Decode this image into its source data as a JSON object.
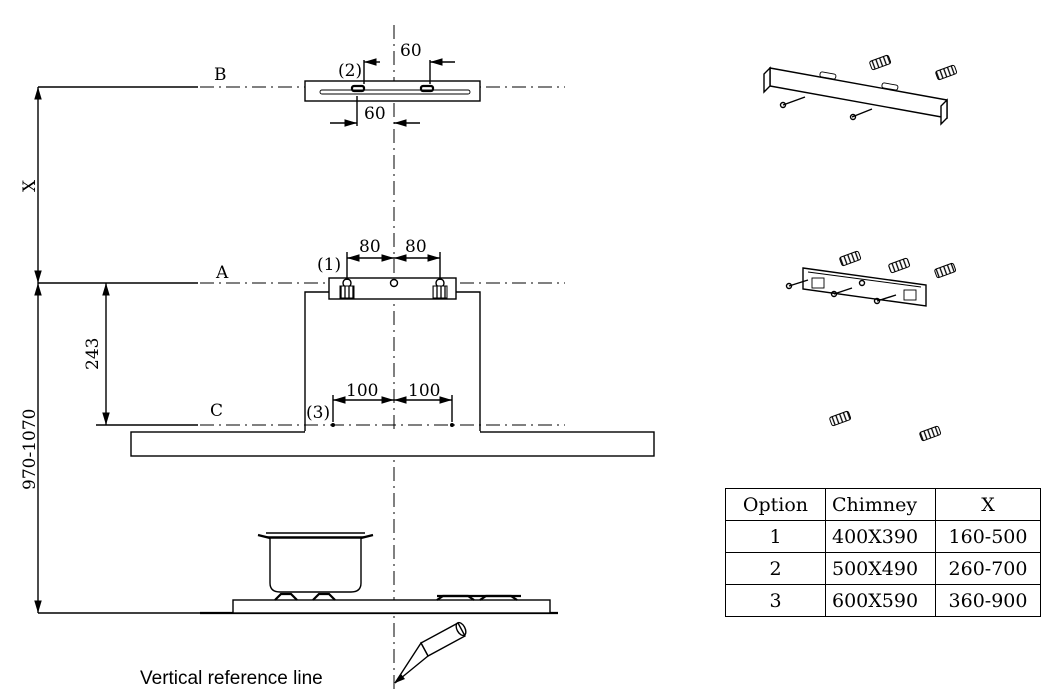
{
  "levels": {
    "b": "B",
    "a": "A",
    "c": "C"
  },
  "markers": {
    "m1": "(1)",
    "m2": "(2)",
    "m3": "(3)"
  },
  "dimensions": {
    "top_upper": "60",
    "top_lower": "60",
    "mid_left": "80",
    "mid_right": "80",
    "low_left": "100",
    "low_right": "100",
    "x": "X",
    "h243": "243",
    "h970": "970-1070"
  },
  "caption": "Vertical reference line",
  "table": {
    "headers": [
      "Option",
      "Chimney",
      "X"
    ],
    "rows": [
      [
        "1",
        "400X390",
        "160-500"
      ],
      [
        "2",
        "500X490",
        "260-700"
      ],
      [
        "3",
        "600X590",
        "360-900"
      ]
    ]
  }
}
